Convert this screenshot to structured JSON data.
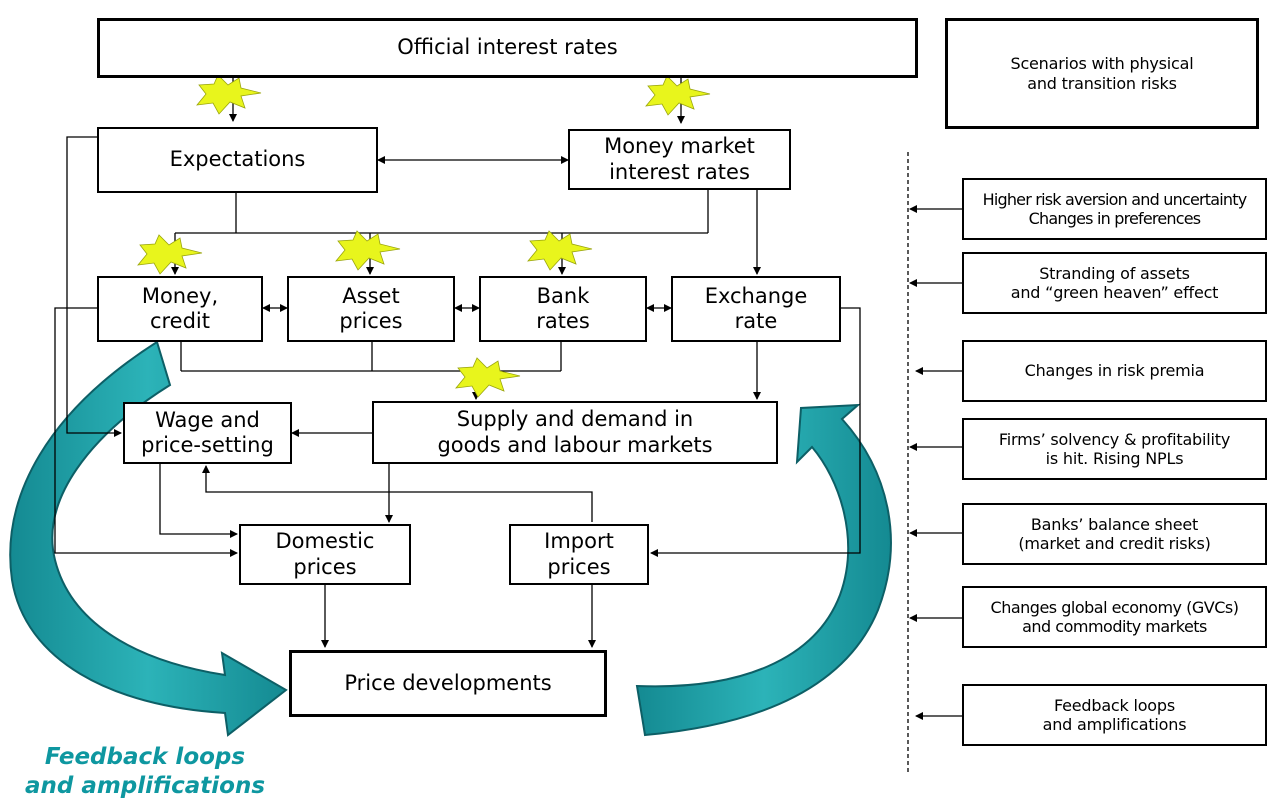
{
  "nodes": {
    "official_rates": "Official interest rates",
    "expectations": "Expectations",
    "money_market": "Money market\ninterest rates",
    "money_credit": "Money,\ncredit",
    "asset_prices": "Asset\nprices",
    "bank_rates": "Bank\nrates",
    "exchange_rate": "Exchange\nrate",
    "wage_price": "Wage and\nprice-setting",
    "supply_demand": "Supply and demand in\ngoods and labour markets",
    "domestic_prices": "Domestic\nprices",
    "import_prices": "Import\nprices",
    "price_developments": "Price developments"
  },
  "right_panel": {
    "scenarios": "Scenarios with physical\nand transition risks",
    "risks": [
      "Higher risk aversion and uncertainty\nChanges in preferences",
      "Stranding of assets\nand “green heaven” effect",
      "Changes in risk premia",
      "Firms’ solvency & profitability\nis hit. Rising NPLs",
      "Banks’ balance sheet\n(market and credit risks)",
      "Changes global economy (GVCs)\nand commodity markets",
      "Feedback loops\nand amplifications"
    ]
  },
  "caption": "Feedback loops\nand amplifications",
  "colors": {
    "feedback_arrow": "#1b9da3",
    "arrow_edge": "#0d5f66",
    "shock_star": "#e8f51c",
    "caption": "#0e97a0"
  },
  "icons": [
    "shock-star-icon",
    "feedback-arrow-icon"
  ]
}
